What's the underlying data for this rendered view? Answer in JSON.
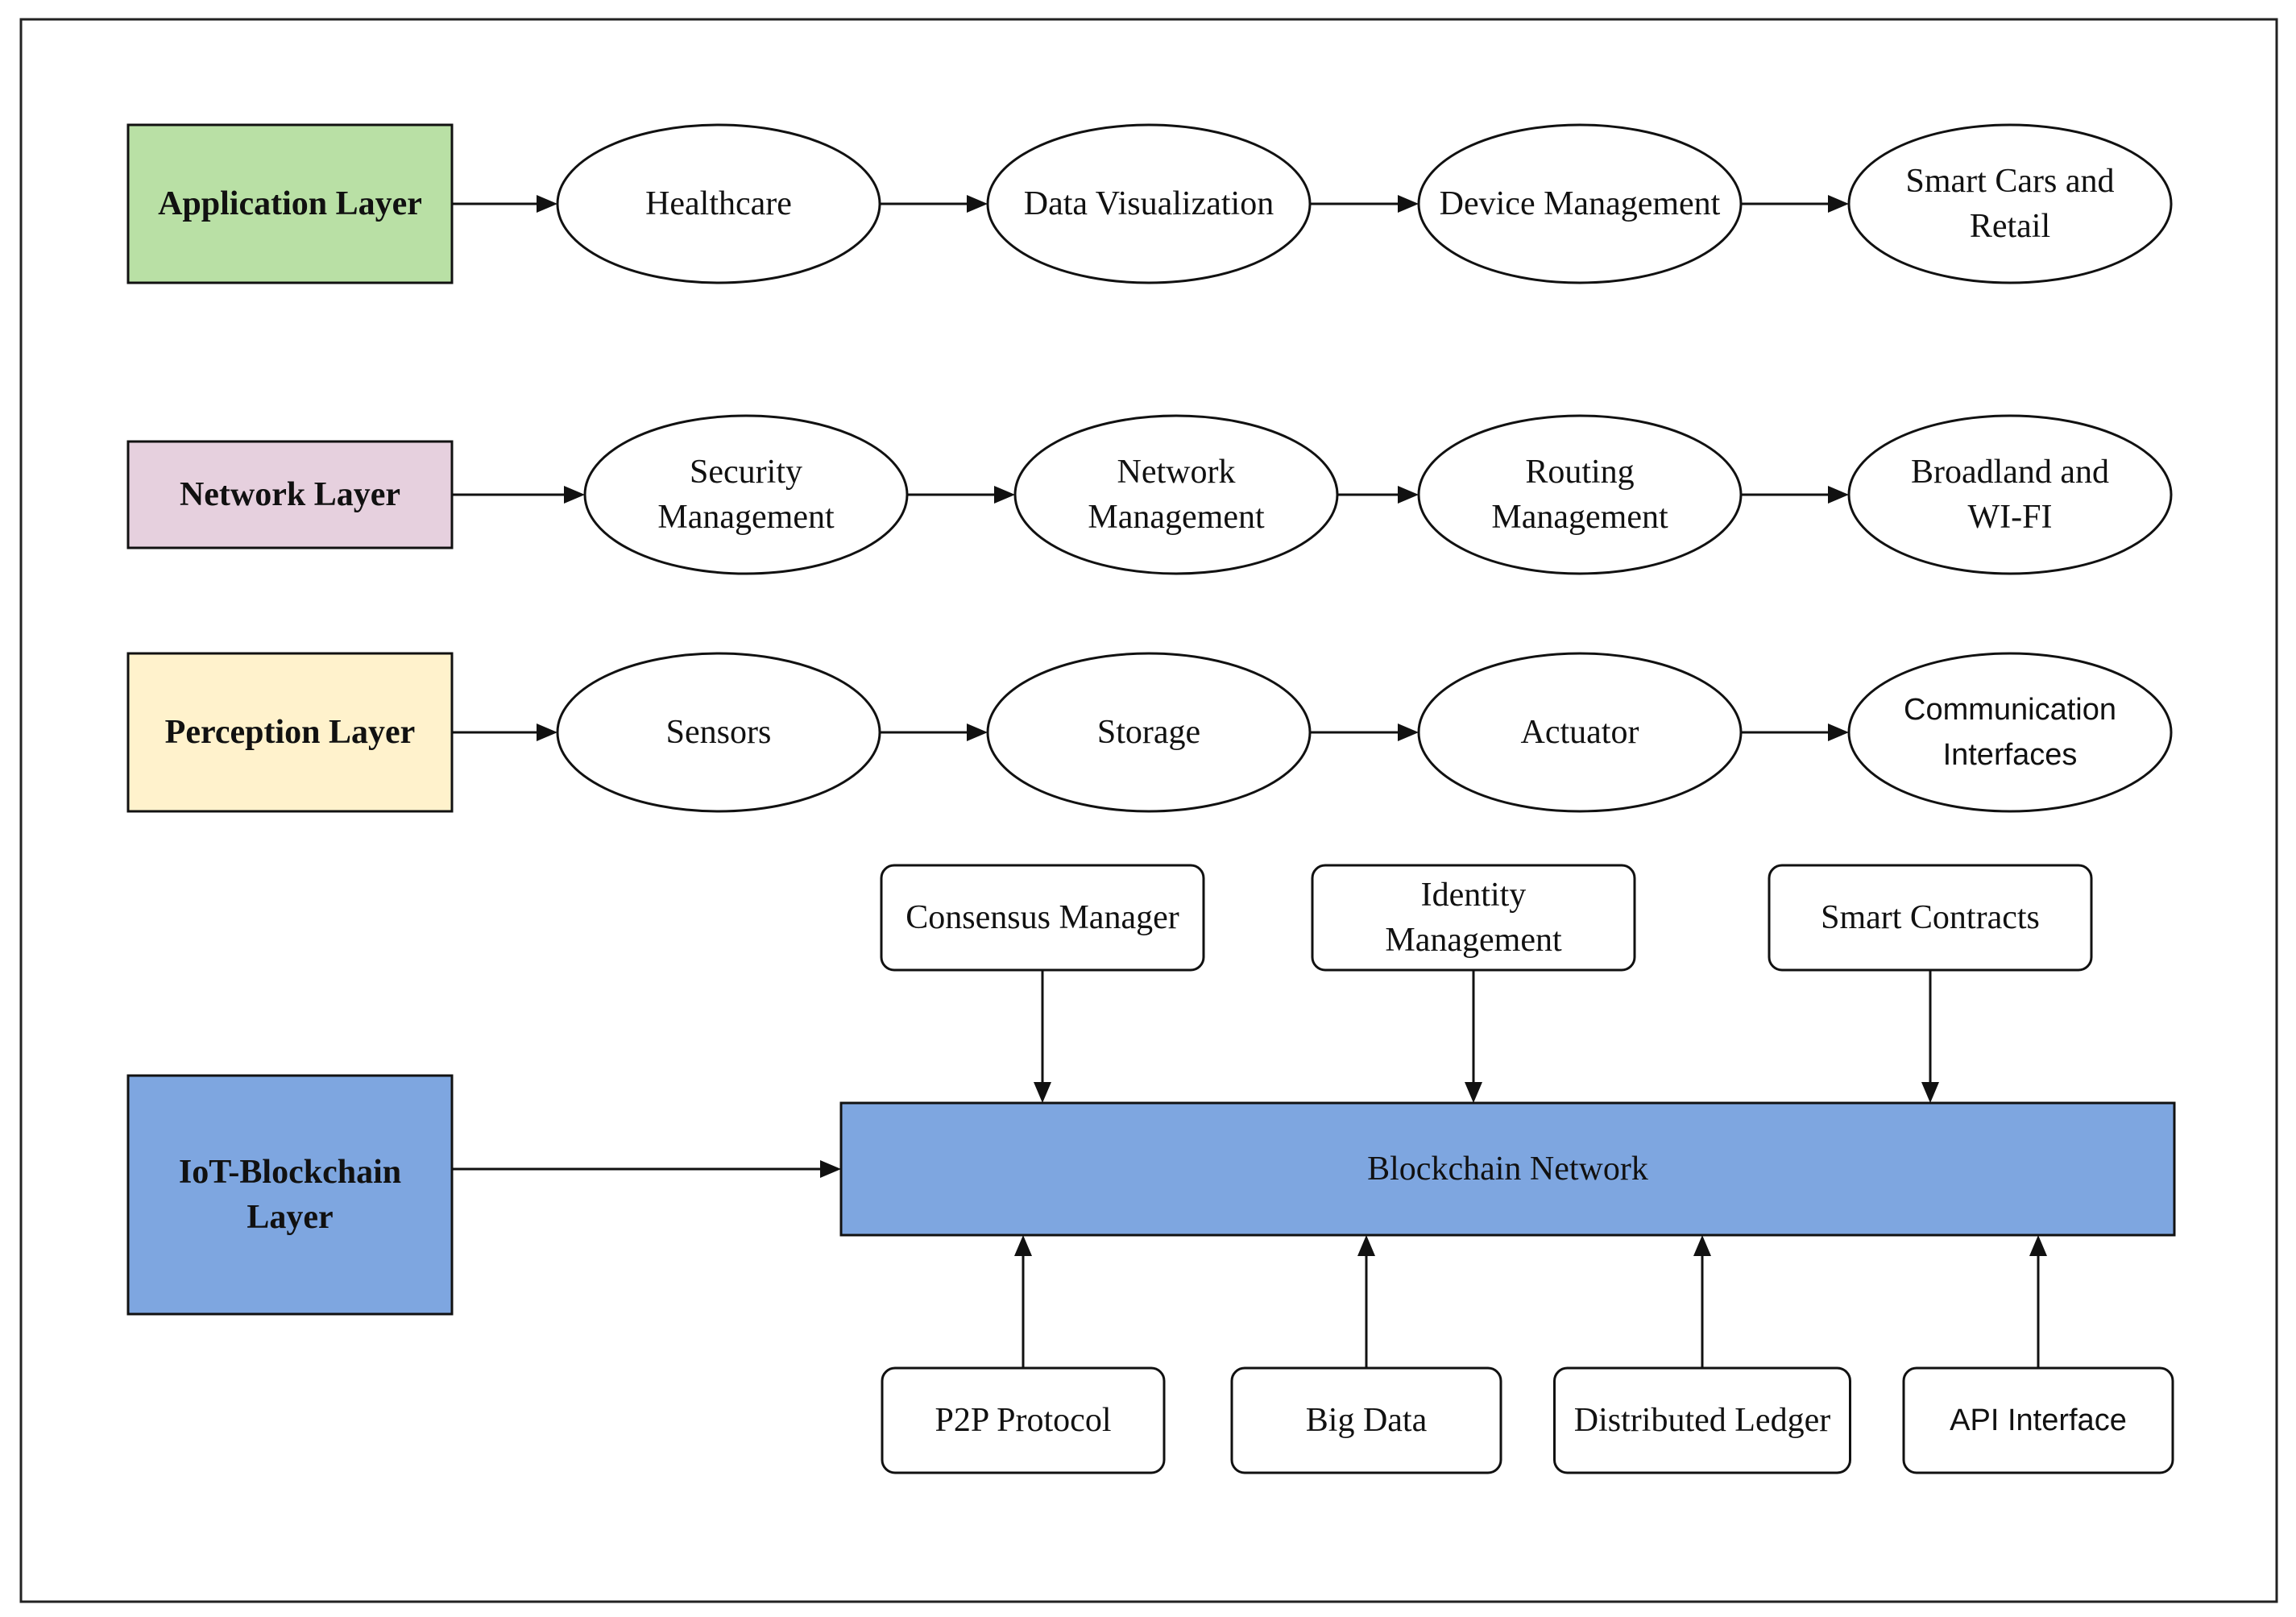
{
  "colors": {
    "application": "#b9e0a5",
    "network": "#e6d0de",
    "perception": "#fff2cc",
    "blockchain": "#7ea6e0"
  },
  "layers": {
    "application": {
      "label": [
        "Application Layer"
      ],
      "nodes": [
        [
          "Healthcare"
        ],
        [
          "Data Visualization"
        ],
        [
          "Device Management"
        ],
        [
          "Smart Cars and",
          "Retail"
        ]
      ]
    },
    "network": {
      "label": [
        "Network Layer"
      ],
      "nodes": [
        [
          "Security",
          "Management"
        ],
        [
          "Network",
          "Management"
        ],
        [
          "Routing",
          "Management"
        ],
        [
          "Broadland and",
          "WI-FI"
        ]
      ]
    },
    "perception": {
      "label": [
        "Perception Layer"
      ],
      "nodes": [
        [
          "Sensors"
        ],
        [
          "Storage"
        ],
        [
          "Actuator"
        ],
        [
          "Communication",
          "Interfaces"
        ]
      ]
    },
    "blockchain": {
      "label": [
        "IoT-Blockchain",
        "Layer"
      ],
      "hub": [
        "Blockchain Network"
      ],
      "top_nodes": [
        [
          "Consensus Manager"
        ],
        [
          "Identity",
          "Management"
        ],
        [
          "Smart Contracts"
        ]
      ],
      "bottom_nodes": [
        [
          "P2P Protocol"
        ],
        [
          "Big Data"
        ],
        [
          "Distributed Ledger"
        ],
        [
          "API Interface"
        ]
      ]
    }
  }
}
